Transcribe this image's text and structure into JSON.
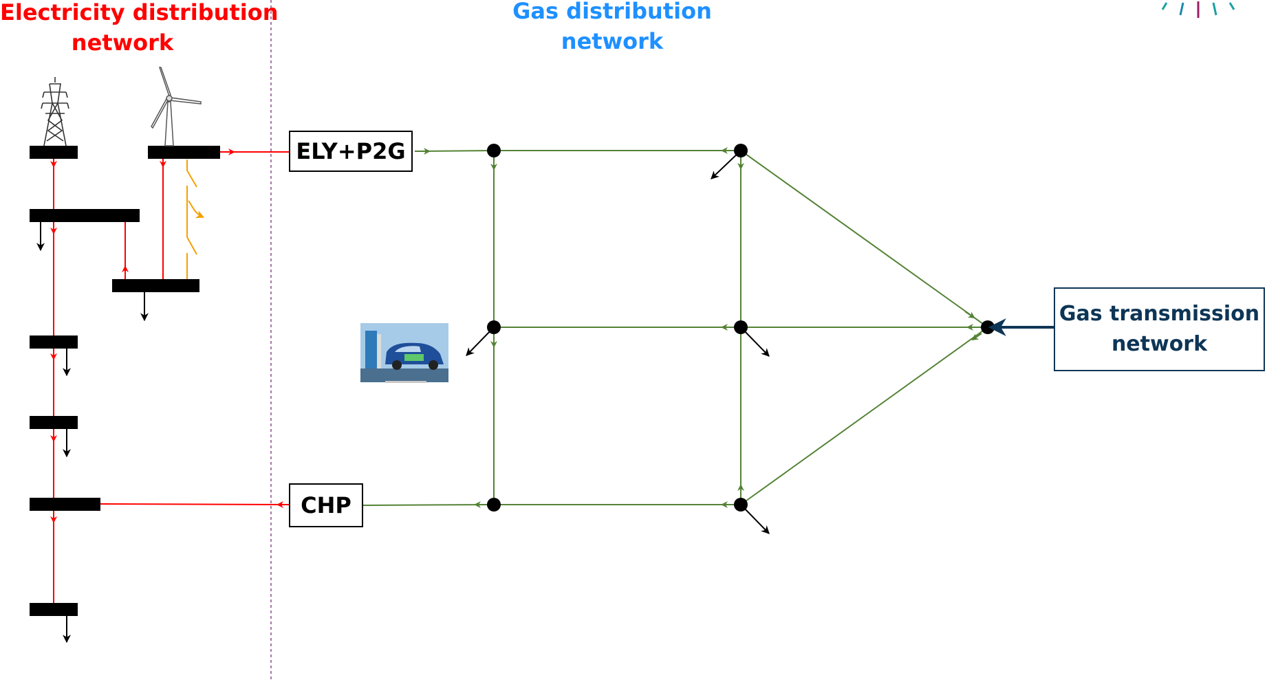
{
  "titles": {
    "electricity_line1": "Electricity distribution",
    "electricity_line2": "network",
    "gas_line1": "Gas distribution",
    "gas_line2": "network"
  },
  "boxes": {
    "ely_p2g": "ELY+P2G",
    "chp": "CHP",
    "gas_transmission_line1": "Gas transmission",
    "gas_transmission_line2": "network"
  },
  "icons": {
    "tower": "transmission-tower-icon",
    "wind": "wind-turbine-icon",
    "h2_station": "hydrogen-car-station-icon",
    "logo": "logo-icon"
  },
  "colors": {
    "electricity": "#ff0000",
    "gas": "#548235",
    "gas_title": "#1e90ff",
    "transmission": "#0d3556",
    "switch": "#f5a000",
    "load": "#000000"
  }
}
